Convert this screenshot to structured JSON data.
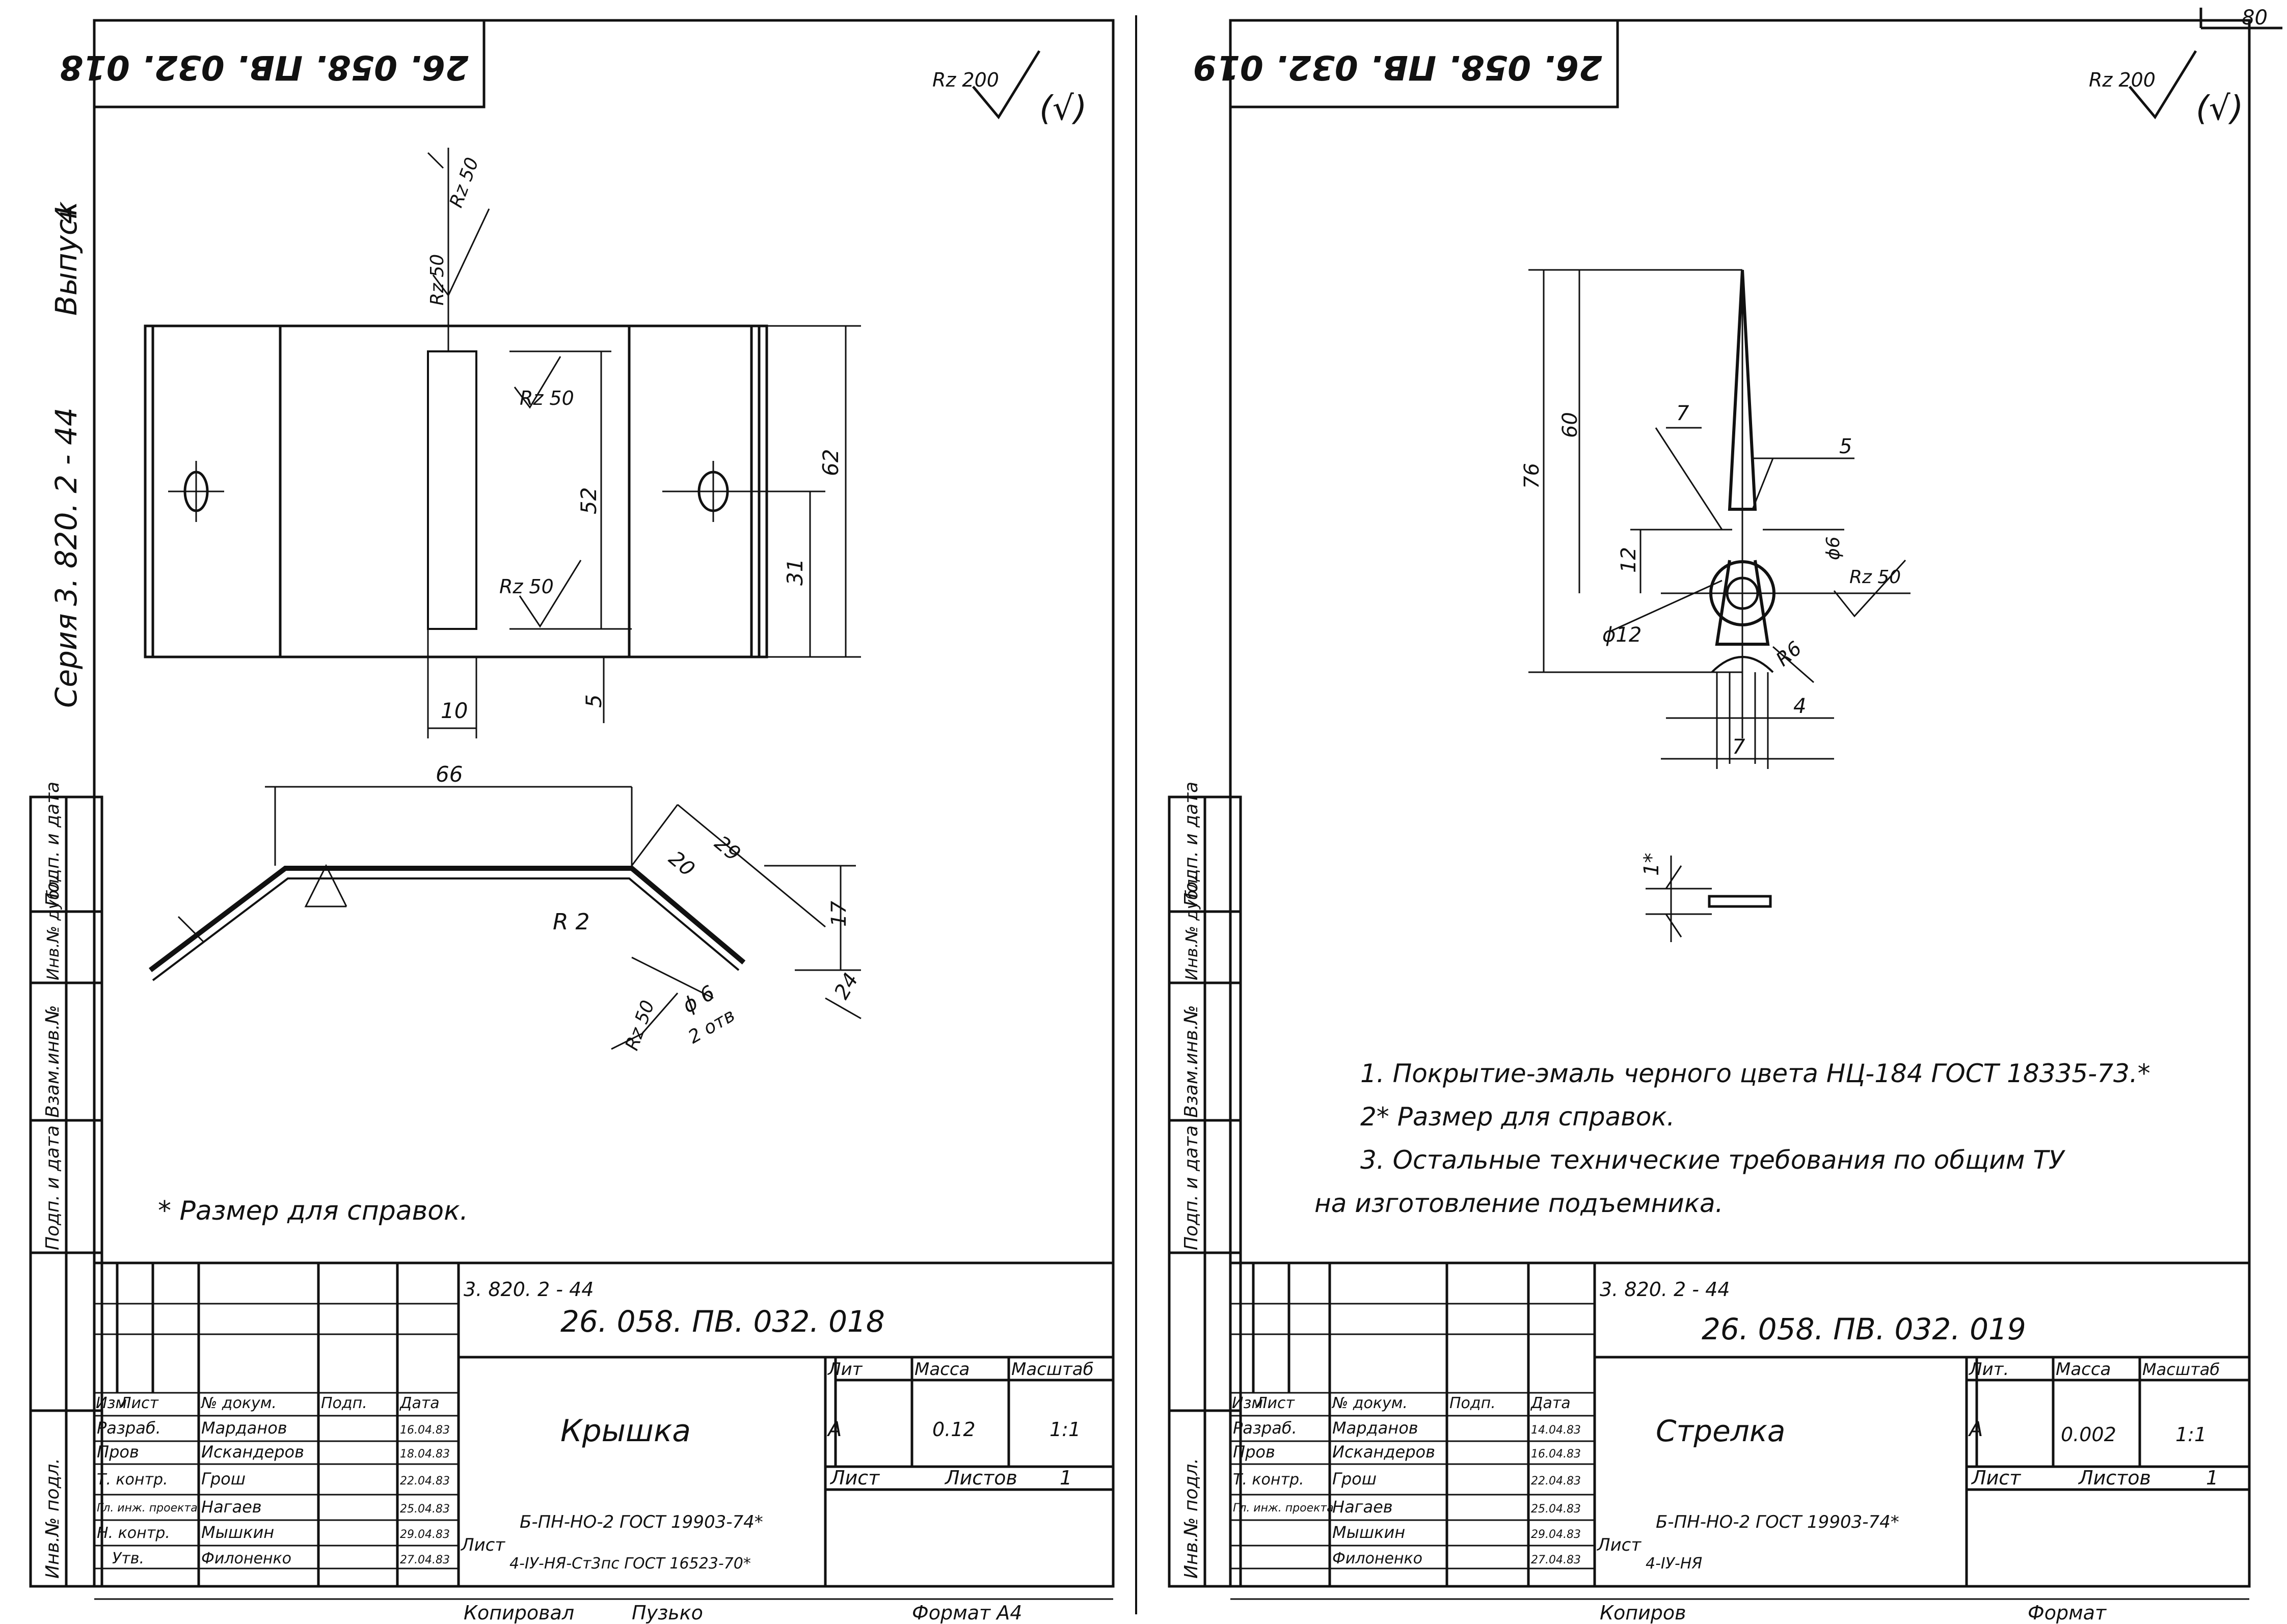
{
  "page_number": "80",
  "side_stamp": {
    "seria": "Серия",
    "seria_value": "3. 820. 2 - 44",
    "vypusk": "Выпуск",
    "vypusk_value": "4",
    "fields": [
      "Подп. и дата",
      "Инв.№ дубл.",
      "Взам.инв.№",
      "Подп. и дата",
      "Инв.№ подл."
    ]
  },
  "left": {
    "top_code": "26. 058. ПВ. 032. 018",
    "roughness": "Rz 200",
    "roughness_paren": "(√)",
    "dims": {
      "rz50_a": "Rz 50",
      "rz50_b": "Rz 50",
      "rz50_c": "Rz 50",
      "rz50_d": "Rz 50",
      "rz50_e": "Rz 50",
      "d52": "52",
      "d62": "62",
      "d31": "31",
      "d10": "10",
      "d5": "5",
      "d66": "66",
      "d20": "20",
      "d29": "29",
      "d17": "17",
      "d24": "24",
      "r2": "R 2",
      "phi6": "ϕ 6",
      "holes": "2 отв"
    },
    "note": "* Размер для справок.",
    "title_block": {
      "series_code": "3. 820. 2 - 44",
      "doc_code": "26. 058. ПВ. 032. 018",
      "name": "Крышка",
      "lit_header": "Лит",
      "mass_header": "Масса",
      "scale_header": "Масштаб",
      "lit": "А",
      "mass": "0.12",
      "scale": "1:1",
      "sheet_label": "Лист",
      "sheets_label": "Листов",
      "sheets_value": "1",
      "col_headers": [
        "Изм",
        "Лист",
        "№ докум.",
        "Подп.",
        "Дата"
      ],
      "rows": [
        {
          "role": "Разраб.",
          "name": "Марданов",
          "date": "16.04.83"
        },
        {
          "role": "Пров",
          "name": "Искандеров",
          "date": "18.04.83"
        },
        {
          "role": "Т. контр.",
          "name": "Грош",
          "date": "22.04.83"
        },
        {
          "role": "Гл. инж. проекта",
          "name": "Нагаев",
          "date": "25.04.83"
        },
        {
          "role": "Н. контр.",
          "name": "Мышкин",
          "date": "29.04.83"
        },
        {
          "role": "Утв.",
          "name": "Филоненко",
          "date": "27.04.83"
        }
      ],
      "material_prefix": "Лист",
      "material_top": "Б-ПН-НО-2 ГОСТ 19903-74*",
      "material_bottom": "4-IУ-НЯ-Ст3пс ГОСТ 16523-70*"
    },
    "footer_copied": "Копировал",
    "footer_name": "Пузько",
    "footer_format": "Формат А4"
  },
  "right": {
    "top_code": "26. 058. ПВ. 032. 019",
    "roughness": "Rz 200",
    "roughness_paren": "(√)",
    "dims": {
      "d76": "76",
      "d60": "60",
      "d12": "12",
      "d7a": "7",
      "d5": "5",
      "phi6": "ϕ6",
      "rz50": "Rz 50",
      "phi12": "ϕ12",
      "r6": "R6",
      "d4": "4",
      "d7b": "7",
      "d1": "1*"
    },
    "notes": [
      "1. Покрытие-эмаль черного цвета НЦ-184 ГОСТ 18335-73.*",
      "2* Размер для справок.",
      "3. Остальные технические требования по общим ТУ",
      "на изготовление подъемника."
    ],
    "title_block": {
      "series_code": "3. 820. 2 - 44",
      "doc_code": "26. 058. ПВ. 032. 019",
      "name": "Стрелка",
      "lit_header": "Лит.",
      "mass_header": "Масса",
      "scale_header": "Масштаб",
      "lit": "А",
      "mass": "0.002",
      "scale": "1:1",
      "sheet_label": "Лист",
      "sheets_label": "Листов",
      "sheets_value": "1",
      "col_headers": [
        "Изм",
        "Лист",
        "№ докум.",
        "Подп.",
        "Дата"
      ],
      "rows": [
        {
          "role": "Разраб.",
          "name": "Марданов",
          "date": "14.04.83"
        },
        {
          "role": "Пров",
          "name": "Искандеров",
          "date": "16.04.83"
        },
        {
          "role": "Т. контр.",
          "name": "Грош",
          "date": "22.04.83"
        },
        {
          "role": "Гл. инж. проекта",
          "name": "Нагаев",
          "date": "25.04.83"
        },
        {
          "role": "",
          "name": "Мышкин",
          "date": "29.04.83"
        },
        {
          "role": "",
          "name": "Филоненко",
          "date": "27.04.83"
        }
      ],
      "material_prefix": "Лист",
      "material_top": "Б-ПН-НО-2 ГОСТ 19903-74*",
      "material_bottom": "4-IУ-НЯ"
    },
    "footer_copied": "Копиров",
    "footer_format": "Формат"
  }
}
